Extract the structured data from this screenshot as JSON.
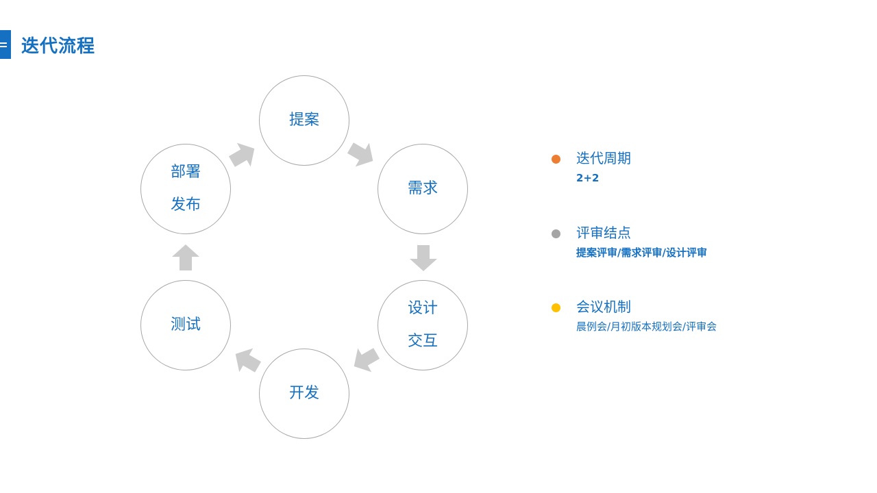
{
  "title": "迭代流程",
  "cycle": {
    "nodes": [
      {
        "lines": [
          "提案"
        ]
      },
      {
        "lines": [
          "需求"
        ]
      },
      {
        "lines": [
          "设计",
          "交互"
        ]
      },
      {
        "lines": [
          "开发"
        ]
      },
      {
        "lines": [
          "测试"
        ]
      },
      {
        "lines": [
          "部署",
          "发布"
        ]
      }
    ],
    "arrow_color": "#cccccc",
    "circle_border_color": "#a8a8a8"
  },
  "legend": [
    {
      "label": "迭代周期",
      "desc": "2+2",
      "dot_color": "#ed7d31",
      "desc_bold": true
    },
    {
      "label": "评审结点",
      "desc": "提案评审/需求评审/设计评审",
      "dot_color": "#a5a5a5",
      "desc_bold": true
    },
    {
      "label": "会议机制",
      "desc": "晨例会/月初版本规划会/评审会",
      "dot_color": "#ffc000",
      "desc_bold": false
    }
  ],
  "colors": {
    "accent": "#1570c1"
  }
}
